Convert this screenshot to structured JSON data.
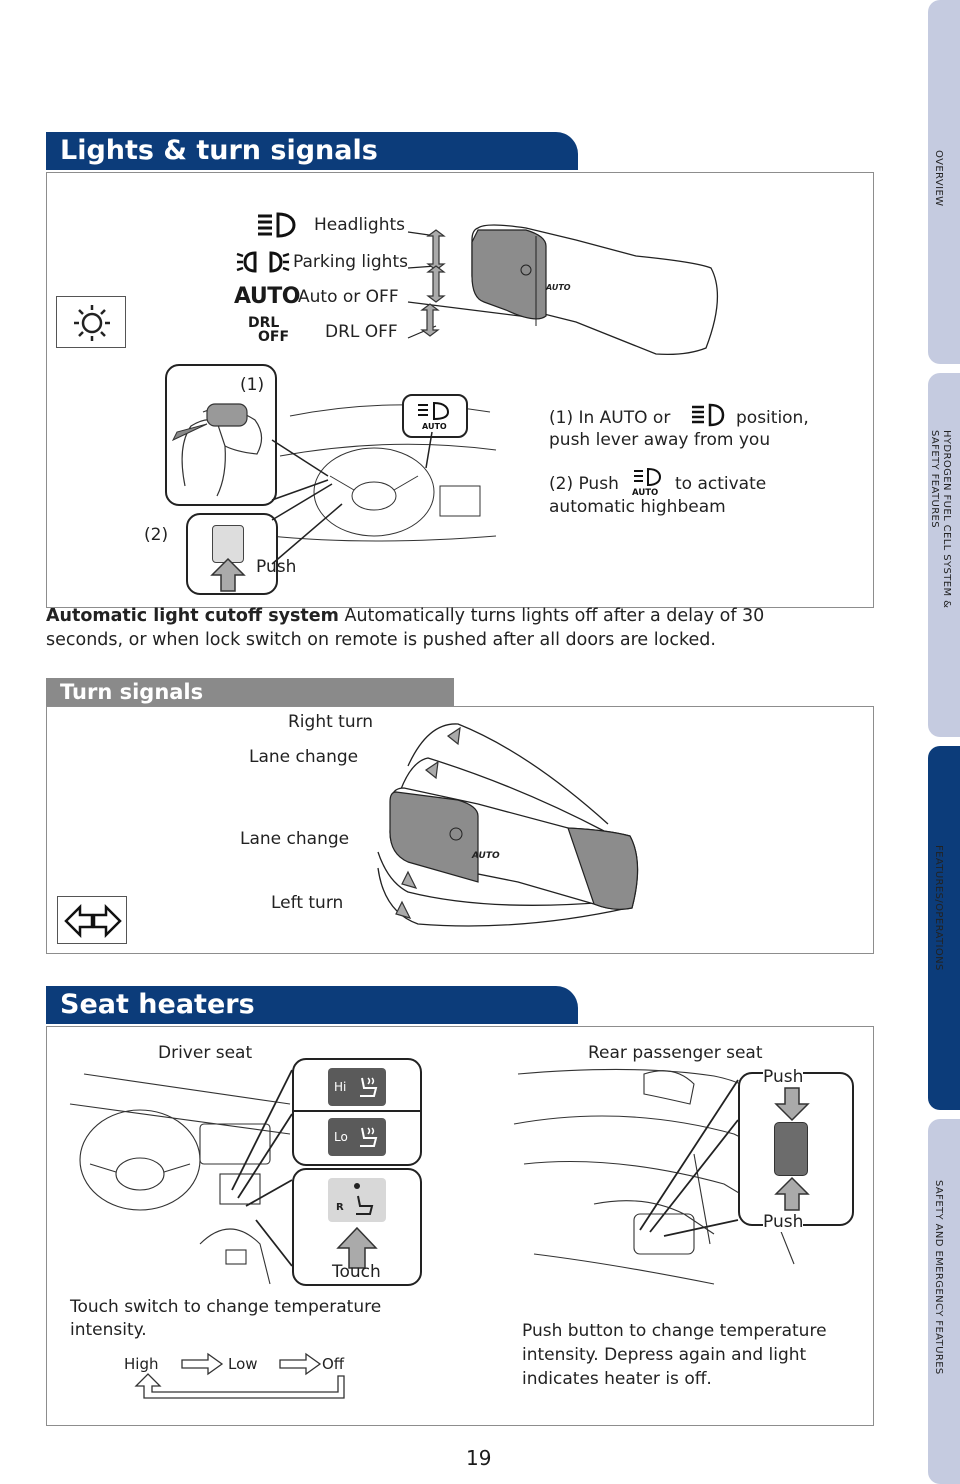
{
  "side_tabs": [
    {
      "label": "OVERVIEW",
      "active": false
    },
    {
      "label": "HYDROGEN FUEL CELL SYSTEM & SAFETY FEATURES",
      "active": false
    },
    {
      "label": "FEATURES/OPERATIONS",
      "active": true
    },
    {
      "label": "SAFETY AND EMERGENCY FEATURES",
      "active": false
    }
  ],
  "lights": {
    "title": "Lights & turn signals",
    "positions": [
      "Headlights",
      "Parking lights",
      "Auto or OFF",
      "DRL OFF"
    ],
    "auto_symbol": "AUTO",
    "drl_symbol_line1": "DRL",
    "drl_symbol_line2": "OFF",
    "callout_1": "(1)",
    "callout_2": "(2)",
    "push_label": "Push",
    "instr_1a": "(1) In AUTO or",
    "instr_1b": "position,",
    "instr_1c": "push lever away from you",
    "instr_2a": "(2) Push",
    "instr_2b": "to activate",
    "instr_2c": "automatic highbeam",
    "cutoff_title": "Automatic light cutoff system",
    "cutoff_text": " Automatically turns lights off after a delay of 30",
    "cutoff_text2": "seconds, or when lock switch on remote is pushed after all doors are locked."
  },
  "turn_signals": {
    "title": "Turn signals",
    "labels": [
      "Right turn",
      "Lane change",
      "Lane change",
      "Left turn"
    ]
  },
  "seat_heaters": {
    "title": "Seat heaters",
    "driver_seat": "Driver seat",
    "rear_seat": "Rear passenger seat",
    "hi": "Hi",
    "lo": "Lo",
    "r": "R",
    "touch": "Touch",
    "push_top": "Push",
    "push_bottom": "Push",
    "touch_desc_1": "Touch switch to change temperature",
    "touch_desc_2": "intensity.",
    "cycle": [
      "High",
      "Low",
      "Off"
    ],
    "rear_desc_1": "Push button to change temperature",
    "rear_desc_2": "intensity. Depress again and light",
    "rear_desc_3": "indicates heater is off."
  },
  "page_number": "19",
  "colors": {
    "header_blue": "#0c3c7a",
    "header_grey": "#8a8a8a",
    "tab_light": "#c5cbe0"
  }
}
